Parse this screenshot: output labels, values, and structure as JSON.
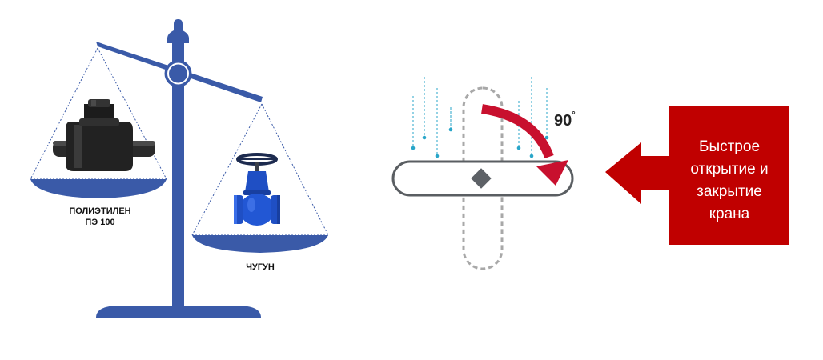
{
  "scale": {
    "left_label_line1": "ПОЛИЭТИЛЕН",
    "left_label_line2": "ПЭ 100",
    "right_label": "ЧУГУН",
    "color": "#3a5aa8"
  },
  "valve_diagram": {
    "angle_value": "90",
    "angle_unit": "°",
    "arrow_color": "#c8102e",
    "rain_color": "#29a6c9"
  },
  "callout": {
    "text_line1": "Быстрое",
    "text_line2": "открытие и",
    "text_line3": "закрытие",
    "text_line4": "крана",
    "color": "#c00000"
  }
}
